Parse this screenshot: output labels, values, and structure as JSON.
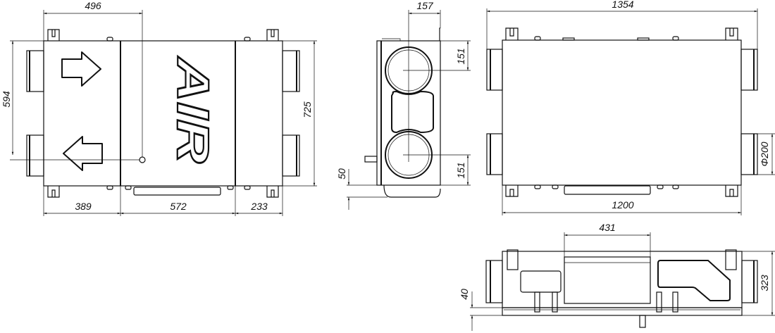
{
  "front_view": {
    "dims": {
      "width_to_center": "496",
      "height_between_ducts": "594",
      "total_height": "725",
      "section_left": "389",
      "section_middle": "572",
      "section_right": "233"
    },
    "logo": "AIR"
  },
  "side_view": {
    "dims": {
      "depth_to_center": "157",
      "top_duct_offset": "151",
      "bottom_duct_offset": "151",
      "bracket_height": "50"
    }
  },
  "top_view": {
    "dims": {
      "overall_length": "1354",
      "body_length": "1200",
      "duct_diameter": "Φ200"
    }
  },
  "bottom_view": {
    "dims": {
      "block_width": "431",
      "overall_height": "323",
      "base_height": "40"
    }
  },
  "colors": {
    "line": "#111111",
    "background": "#ffffff"
  }
}
